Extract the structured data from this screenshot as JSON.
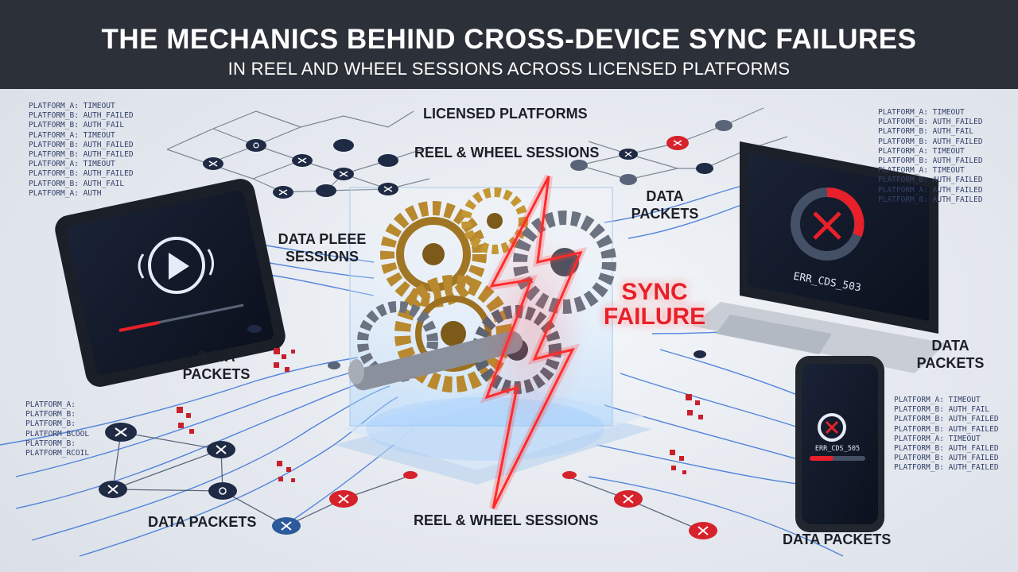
{
  "header": {
    "title": "THE MECHANICS BEHIND CROSS-DEVICE SYNC FAILURES",
    "subtitle": "IN REEL AND WHEEL SESSIONS ACROSS LICENSED PLATFORMS"
  },
  "labels": {
    "licensed_platforms": "LICENSED PLATFORMS",
    "reel_wheel_top": "REEL & WHEEL SESSIONS",
    "reel_wheel_bottom": "REEL & WHEEL SESSIONS",
    "data_plee_sessions_1": "DATA PLEEE",
    "data_plee_sessions_2": "SESSIONS",
    "data_packets_top_1": "DATA",
    "data_packets_top_2": "PACKETS",
    "data_packets_left_1": "DATA",
    "data_packets_left_2": "PACKETS",
    "data_packets_right_1": "DATA",
    "data_packets_right_2": "PACKETS",
    "data_packets_bottom_left": "DATA PACKETS",
    "data_packets_bottom_right": "DATA PACKETS",
    "sync_failure_1": "SYNC",
    "sync_failure_2": "FAILURE"
  },
  "devices": {
    "laptop_error": "ERR_CDS_503",
    "phone_error": "ERR_CDS_505"
  },
  "logs": {
    "top_left": [
      "PLATFORM_A: TIMEOUT",
      "PLATFORM_B: AUTH_FAILED",
      "PLATFORM_B: AUTH_FAIL",
      "PLATFORM_A: TIMEOUT",
      "PLATFORM_B: AUTH_FAILED",
      "PLATFORM_B: AUTH_FAILED",
      "PLATFORM_A: TIMEOUT",
      "PLATFORM_B: AUTH_FAILED",
      "PLATFORM_B: AUTH_FAIL",
      "PLATFORM_A: AUTH"
    ],
    "top_right": [
      "PLATFORM_A: TIMEOUT",
      "PLATFORM_B: AUTH_FAILED",
      "PLATFORM_B: AUTH_FAIL",
      "PLATFORM_B: AUTH_FAILED",
      "PLATFORM_A: TIMEOUT",
      "PLATFORM_B: AUTH_FAILED",
      "PLATFORM_A: TIMEOUT",
      "PLATFORM_B: AUTH_FAILED",
      "PLATFORM_A: AUTH_FAILED",
      "PLATFORM_B: AUTH_FAILED"
    ],
    "bottom_left": [
      "PLATFORM_A:",
      "PLATFORM_B:",
      "PLATFORM_B:",
      "PLATFORM_BCOOL",
      "PLATFORM_B:",
      "PLATFORM_RCOIL"
    ],
    "bottom_right": [
      "PLATFORM_A: TIMEOUT",
      "PLATFORM_B: AUTH_FAIL",
      "PLATFORM_B: AUTH_FAILED",
      "PLATFORM_B: AUTH_FAILED",
      "PLATFORM_A: TIMEOUT",
      "PLATFORM_B: AUTH_FAILED",
      "PLATFORM_B: AUTH_FAILED",
      "PLATFORM_B: AUTH_FAILED"
    ]
  },
  "colors": {
    "header_bg": "#2c3038",
    "accent_red": "#e8202a",
    "node_dark": "#1f2a44",
    "line_blue": "#2e6bd6",
    "gear_gold": "#b8892e"
  }
}
